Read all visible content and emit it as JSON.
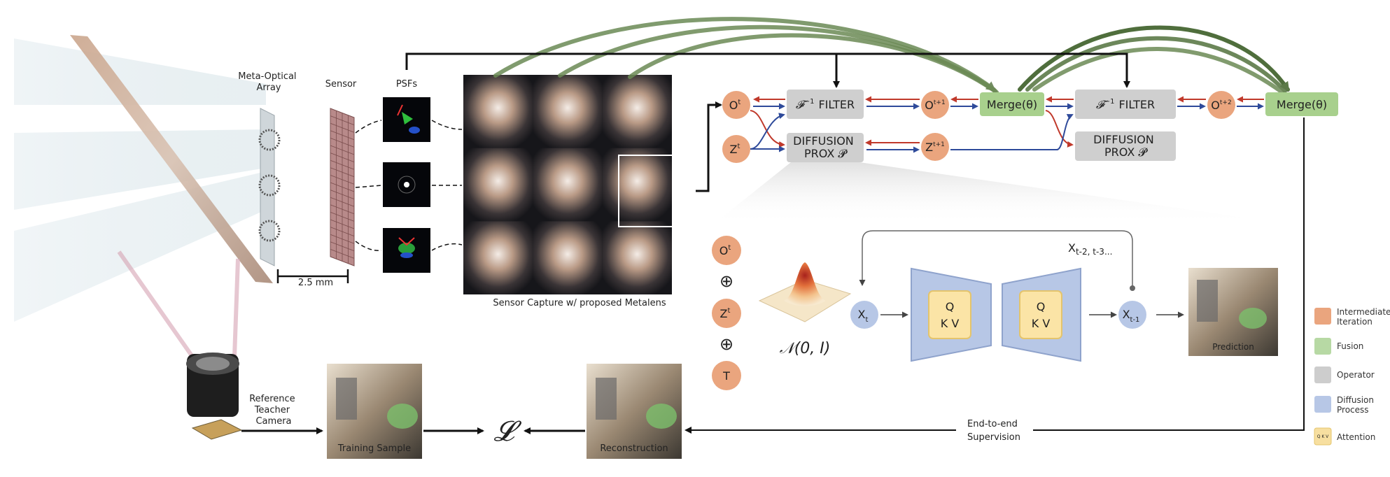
{
  "optics": {
    "meta_optical_array_label": [
      "Meta-Optical",
      "Array"
    ],
    "sensor_label": "Sensor",
    "psfs_label": "PSFs",
    "distance_label": "2.5 mm",
    "capture_caption": "Sensor Capture w/ proposed Metalens",
    "teacher_label": [
      "Reference",
      "Teacher",
      "Camera"
    ]
  },
  "pipeline": {
    "o_t": "O",
    "o_t_sup": "t",
    "z_t": "Z",
    "z_t_sup": "t",
    "o_t1": "O",
    "o_t1_sup": "t+1",
    "z_t1": "Z",
    "z_t1_sup": "t+1",
    "o_t2": "O",
    "o_t2_sup": "t+2",
    "filter_1": "FILTER",
    "filter_2": "FILTER",
    "filter_symbol": "𝓕",
    "filter_sup": "−1",
    "diffusion_1": [
      "DIFFUSION",
      "PROX 𝓟"
    ],
    "diffusion_2": [
      "DIFFUSION",
      "PROX 𝓟"
    ],
    "merge_1": "Merge(θ)",
    "merge_2": "Merge(θ)"
  },
  "diffusion_detail": {
    "inputs": [
      "O",
      "Z",
      "T"
    ],
    "input_sups": [
      "t",
      "t",
      ""
    ],
    "oplus": "⊕",
    "gaussian_label": "𝒩(0, I)",
    "x_t": "X",
    "x_t_sub": "t",
    "x_t1": "X",
    "x_t1_sub": "t-1",
    "x_history": "X",
    "x_history_sub": "t-2, t-3...",
    "unet_attention": [
      "Q",
      "K V"
    ],
    "prediction_label": "Prediction"
  },
  "bottom": {
    "training_sample": "Training Sample",
    "reconstruction": "Reconstruction",
    "loss_symbol": "𝓛",
    "supervision": [
      "End-to-end",
      "Supervision"
    ]
  },
  "legend": [
    {
      "label": [
        "Intermediate",
        "Iteration"
      ],
      "color": "#eaa57e"
    },
    {
      "label": [
        "Fusion"
      ],
      "color": "#b7d9a4"
    },
    {
      "label": [
        "Operator"
      ],
      "color": "#cdcdcd"
    },
    {
      "label": [
        "Diffusion",
        "Process"
      ],
      "color": "#b7c7e6"
    },
    {
      "label": [
        "Attention"
      ],
      "color": "#f7dfa0",
      "icon_text": "Q K V"
    }
  ],
  "colors": {
    "intermediate": "#eaa57e",
    "fusion": "#a8d08d",
    "operator": "#cfcfcf",
    "diffusion": "#b7c7e6",
    "attention": "#fbe4a6",
    "arrow_red": "#c0392b",
    "arrow_blue": "#2e4a9a",
    "arrow_green": "#6b8a55"
  }
}
